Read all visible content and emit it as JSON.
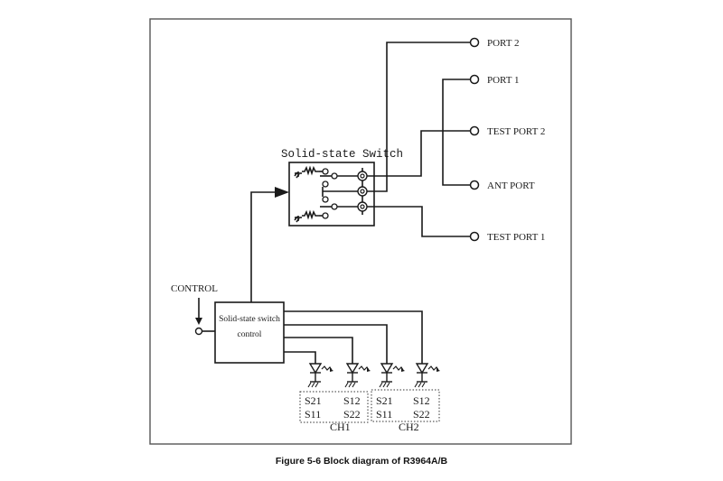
{
  "figure": {
    "caption": "Figure 5-6 Block diagram of R3964A/B"
  },
  "switch": {
    "title": "Solid-state Switch"
  },
  "control_block": {
    "line1": "Solid-state switch",
    "line2": "control",
    "input_label": "CONTROL"
  },
  "ports": [
    {
      "id": "port2",
      "label": "PORT 2"
    },
    {
      "id": "port1",
      "label": "PORT 1"
    },
    {
      "id": "test-port2",
      "label": "TEST PORT 2"
    },
    {
      "id": "ant-port",
      "label": "ANT PORT"
    },
    {
      "id": "test-port1",
      "label": "TEST PORT 1"
    }
  ],
  "indicators": {
    "channels": [
      {
        "label": "CH1",
        "cols": [
          {
            "top": "S21",
            "bottom": "S11"
          },
          {
            "top": "S12",
            "bottom": "S22"
          }
        ]
      },
      {
        "label": "CH2",
        "cols": [
          {
            "top": "S21",
            "bottom": "S11"
          },
          {
            "top": "S12",
            "bottom": "S22"
          }
        ]
      }
    ]
  }
}
